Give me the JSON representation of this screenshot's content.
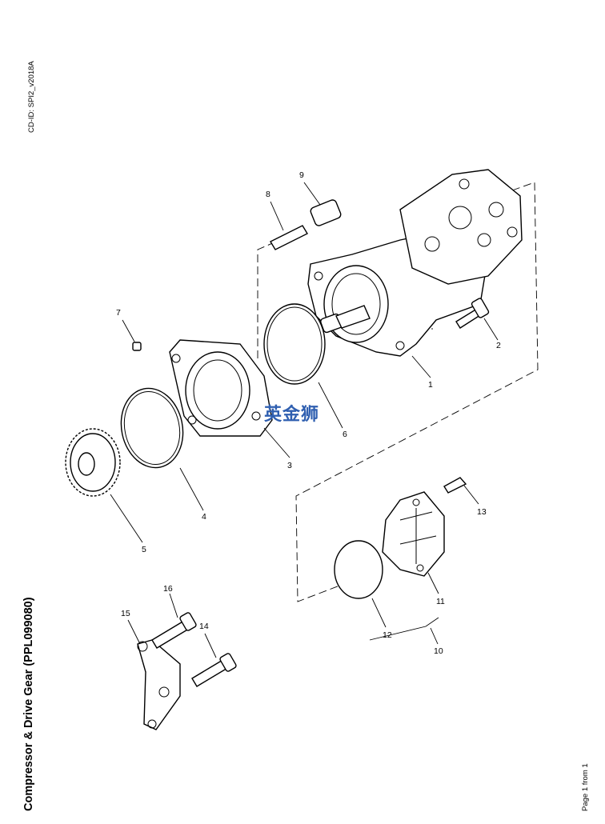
{
  "document": {
    "cd_id": "CD-ID: SPI2_v2018A",
    "title": "Compressor & Drive Gear (PPL099080)",
    "page_info": "Page 1 from 1",
    "watermark": "英金狮"
  },
  "callouts": [
    "1",
    "2",
    "3",
    "4",
    "5",
    "6",
    "7",
    "8",
    "9",
    "10",
    "11",
    "12",
    "13",
    "14",
    "15",
    "16"
  ]
}
